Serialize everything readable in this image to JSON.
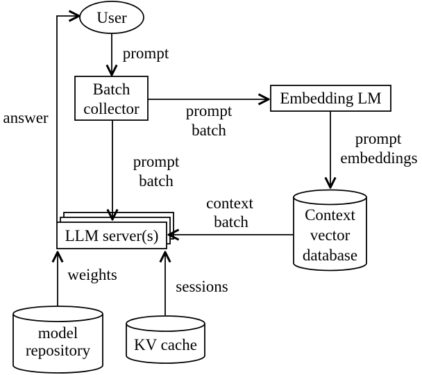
{
  "diagram": {
    "background": "#ffffff",
    "stroke_color": "#000000",
    "nodes": {
      "user": {
        "shape": "ellipse",
        "label": "User"
      },
      "batch_collector": {
        "shape": "rectangle",
        "lines": [
          "Batch",
          "collector"
        ]
      },
      "embedding_lm": {
        "shape": "rectangle",
        "label": "Embedding LM"
      },
      "llm_servers": {
        "shape": "stacked-rectangles",
        "label": "LLM server(s)"
      },
      "context_vector_database": {
        "shape": "cylinder",
        "lines": [
          "Context",
          "vector",
          "database"
        ]
      },
      "model_repository": {
        "shape": "cylinder",
        "lines": [
          "model",
          "repository"
        ]
      },
      "kv_cache": {
        "shape": "cylinder",
        "label": "KV cache"
      }
    },
    "edges": {
      "prompt": {
        "from": "user",
        "to": "batch_collector",
        "label": "prompt"
      },
      "answer": {
        "from": "llm_servers",
        "to": "user",
        "label": "answer"
      },
      "prompt_batch_right": {
        "from": "batch_collector",
        "to": "embedding_lm",
        "lines": [
          "prompt",
          "batch"
        ]
      },
      "prompt_batch_down": {
        "from": "batch_collector",
        "to": "llm_servers",
        "lines": [
          "prompt",
          "batch"
        ]
      },
      "prompt_embeddings": {
        "from": "embedding_lm",
        "to": "context_vector_database",
        "lines": [
          "prompt",
          "embeddings"
        ]
      },
      "context_batch": {
        "from": "context_vector_database",
        "to": "llm_servers",
        "lines": [
          "context",
          "batch"
        ]
      },
      "weights": {
        "from": "model_repository",
        "to": "llm_servers",
        "label": "weights"
      },
      "sessions": {
        "from": "kv_cache",
        "to": "llm_servers",
        "label": "sessions"
      }
    }
  }
}
